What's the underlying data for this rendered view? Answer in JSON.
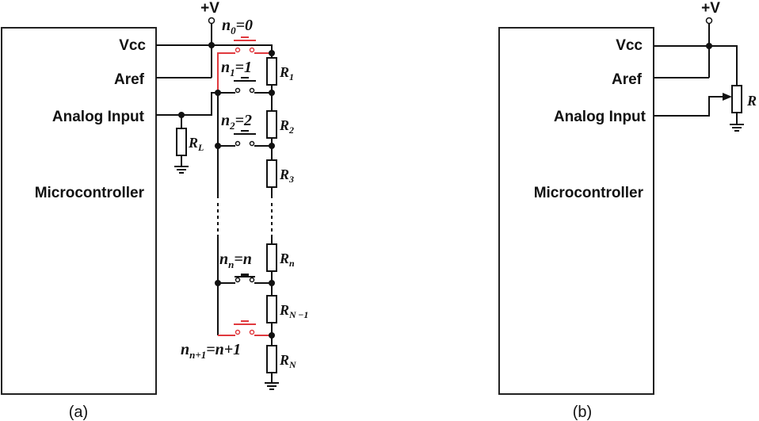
{
  "panel_a": {
    "caption": "(a)",
    "block_label": "Microcontroller",
    "pins": {
      "vcc": "Vcc",
      "aref": "Aref",
      "analog": "Analog Input"
    },
    "supply": "+V",
    "load_resistor": {
      "name": "R",
      "sub": "L"
    },
    "switches": [
      {
        "n": "n",
        "sub": "0",
        "eq": "=0",
        "color": "#e0393e",
        "state": "open-pressed-highlight"
      },
      {
        "n": "n",
        "sub": "1",
        "eq": "=1",
        "color": "#111111",
        "state": "open"
      },
      {
        "n": "n",
        "sub": "2",
        "eq": "=2",
        "color": "#111111",
        "state": "open"
      },
      {
        "n": "n",
        "sub": "n",
        "eq": "=n",
        "color": "#111111",
        "state": "closed"
      },
      {
        "n": "n",
        "sub": "n+1",
        "eq": "=n+1",
        "color": "#e0393e",
        "state": "open-highlight"
      }
    ],
    "resistors": [
      {
        "name": "R",
        "sub": "1"
      },
      {
        "name": "R",
        "sub": "2"
      },
      {
        "name": "R",
        "sub": "3"
      },
      {
        "name": "R",
        "sub": "n"
      },
      {
        "name": "R",
        "sub": "N −1"
      },
      {
        "name": "R",
        "sub": "N"
      }
    ]
  },
  "panel_b": {
    "caption": "(b)",
    "block_label": "Microcontroller",
    "pins": {
      "vcc": "Vcc",
      "aref": "Aref",
      "analog": "Analog Input"
    },
    "supply": "+V",
    "potentiometer": {
      "name": "R"
    }
  },
  "colors": {
    "wire": "#111111",
    "highlight": "#e0393e"
  }
}
